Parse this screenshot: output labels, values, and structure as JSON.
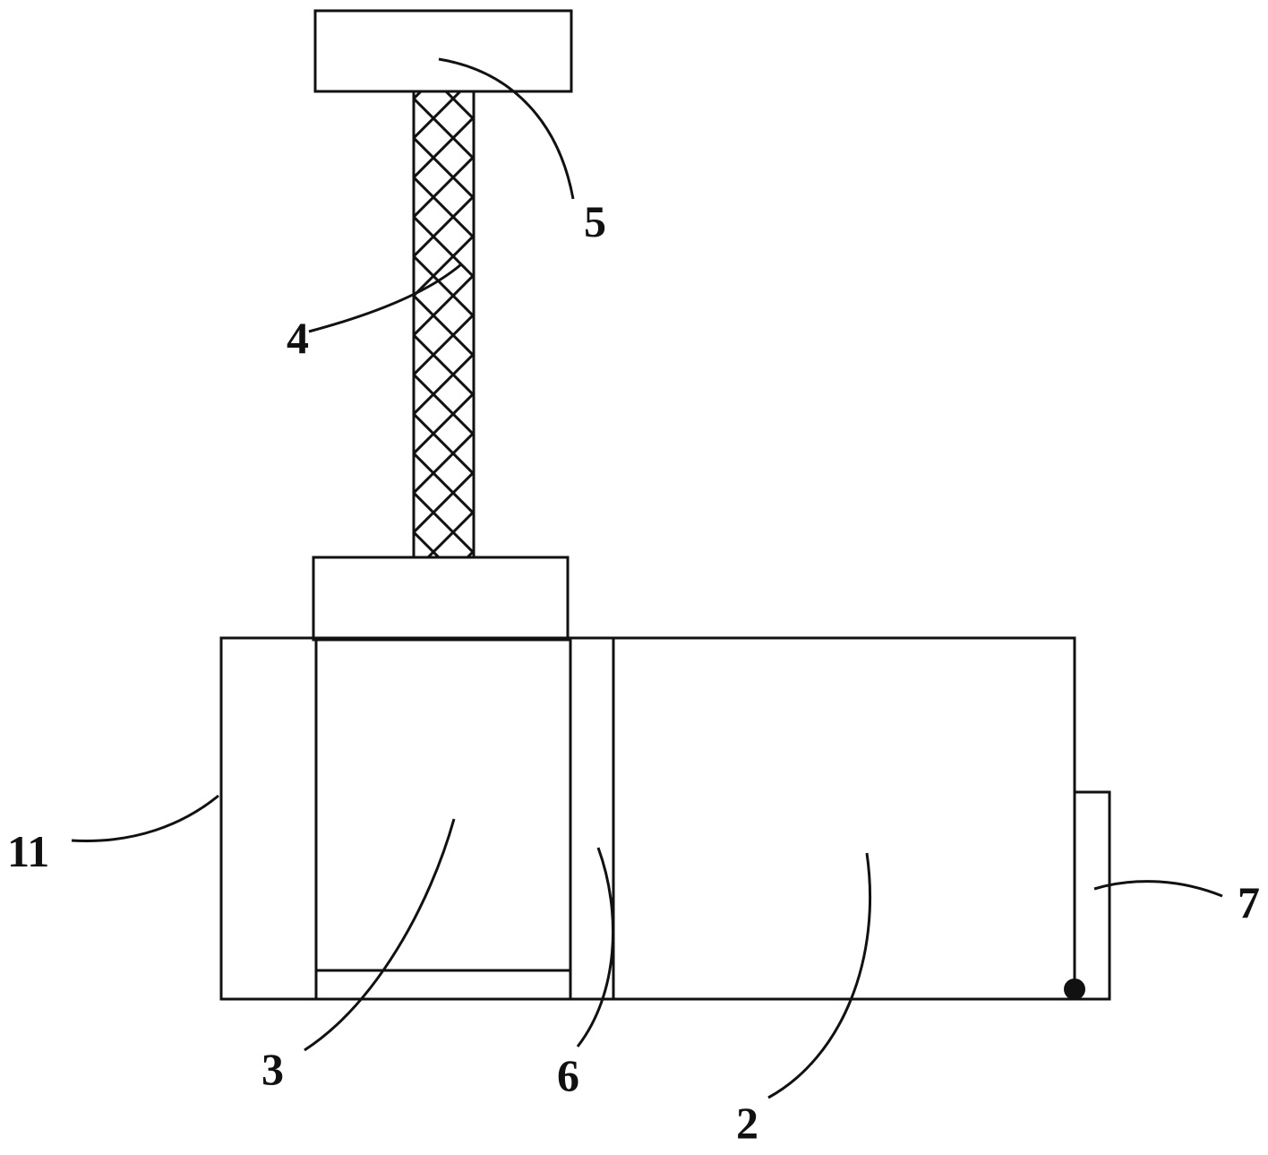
{
  "figure": {
    "background": "#ffffff",
    "stroke_color": "#111111",
    "labels": {
      "part_5": "5",
      "part_4": "4",
      "part_11": "11",
      "part_3": "3",
      "part_6": "6",
      "part_2": "2",
      "part_7": "7"
    },
    "icons": {
      "mesh_rod": "crosshatch-pattern",
      "pivot": "filled-circle"
    }
  }
}
